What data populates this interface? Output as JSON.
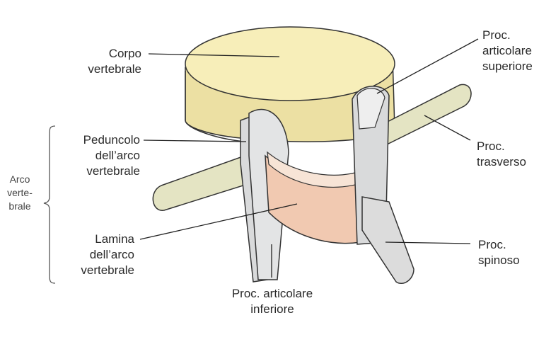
{
  "labels": {
    "corpo_vertebrale": [
      "Corpo",
      "vertebrale"
    ],
    "peduncolo": [
      "Peduncolo",
      "dell’arco",
      "vertebrale"
    ],
    "lamina": [
      "Lamina",
      "dell’arco",
      "vertebrale"
    ],
    "proc_articolare_inferiore": [
      "Proc. articolare",
      "inferiore"
    ],
    "proc_articolare_superiore": [
      "Proc.",
      "articolare",
      "superiore"
    ],
    "proc_trasverso": [
      "Proc.",
      "trasverso"
    ],
    "proc_spinoso": [
      "Proc.",
      "spinoso"
    ],
    "arco_vertebrale": [
      "Arco",
      "verte-",
      "brale"
    ]
  },
  "colors": {
    "body_fill": "#f7eeb9",
    "body_shade": "#ece0a3",
    "process_fill": "#e4e4c3",
    "lamina_fill": "#f1c9b1",
    "facet_fill": "#d9dadb",
    "outline": "#333333",
    "leader": "#222222"
  }
}
